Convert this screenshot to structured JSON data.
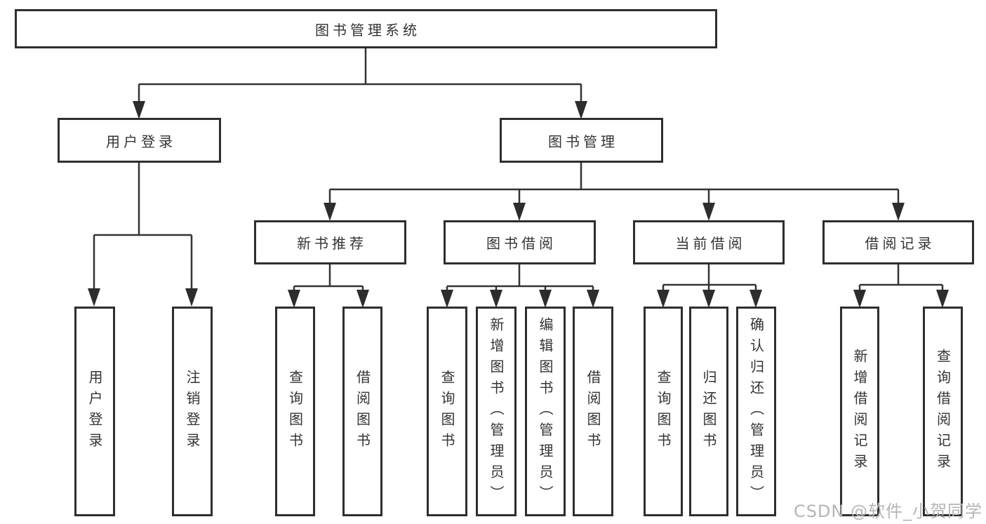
{
  "diagram": {
    "title": "图书管理系统",
    "branches": [
      {
        "label": "用户登录",
        "leaves": [
          "用户登录",
          "注销登录"
        ]
      },
      {
        "label": "图书管理",
        "groups": [
          {
            "label": "新书推荐",
            "leaves": [
              "查询图书",
              "借阅图书"
            ]
          },
          {
            "label": "图书借阅",
            "leaves": [
              "查询图书",
              "新增图书（管理员）",
              "编辑图书（管理员）",
              "借阅图书"
            ]
          },
          {
            "label": "当前借阅",
            "leaves": [
              "查询图书",
              "归还图书",
              "确认归还（管理员）"
            ]
          },
          {
            "label": "借阅记录",
            "leaves": [
              "新增借阅记录",
              "查询借阅记录"
            ]
          }
        ]
      }
    ]
  },
  "watermark": {
    "text": "CSDN @软件_小贺同学"
  },
  "colors": {
    "line": "#333333",
    "arrow": "#2d2d2d",
    "box_border": "#2e2e2e",
    "text": "#333333",
    "watermark_text": "#b5b5b5",
    "background": "#ffffff"
  }
}
